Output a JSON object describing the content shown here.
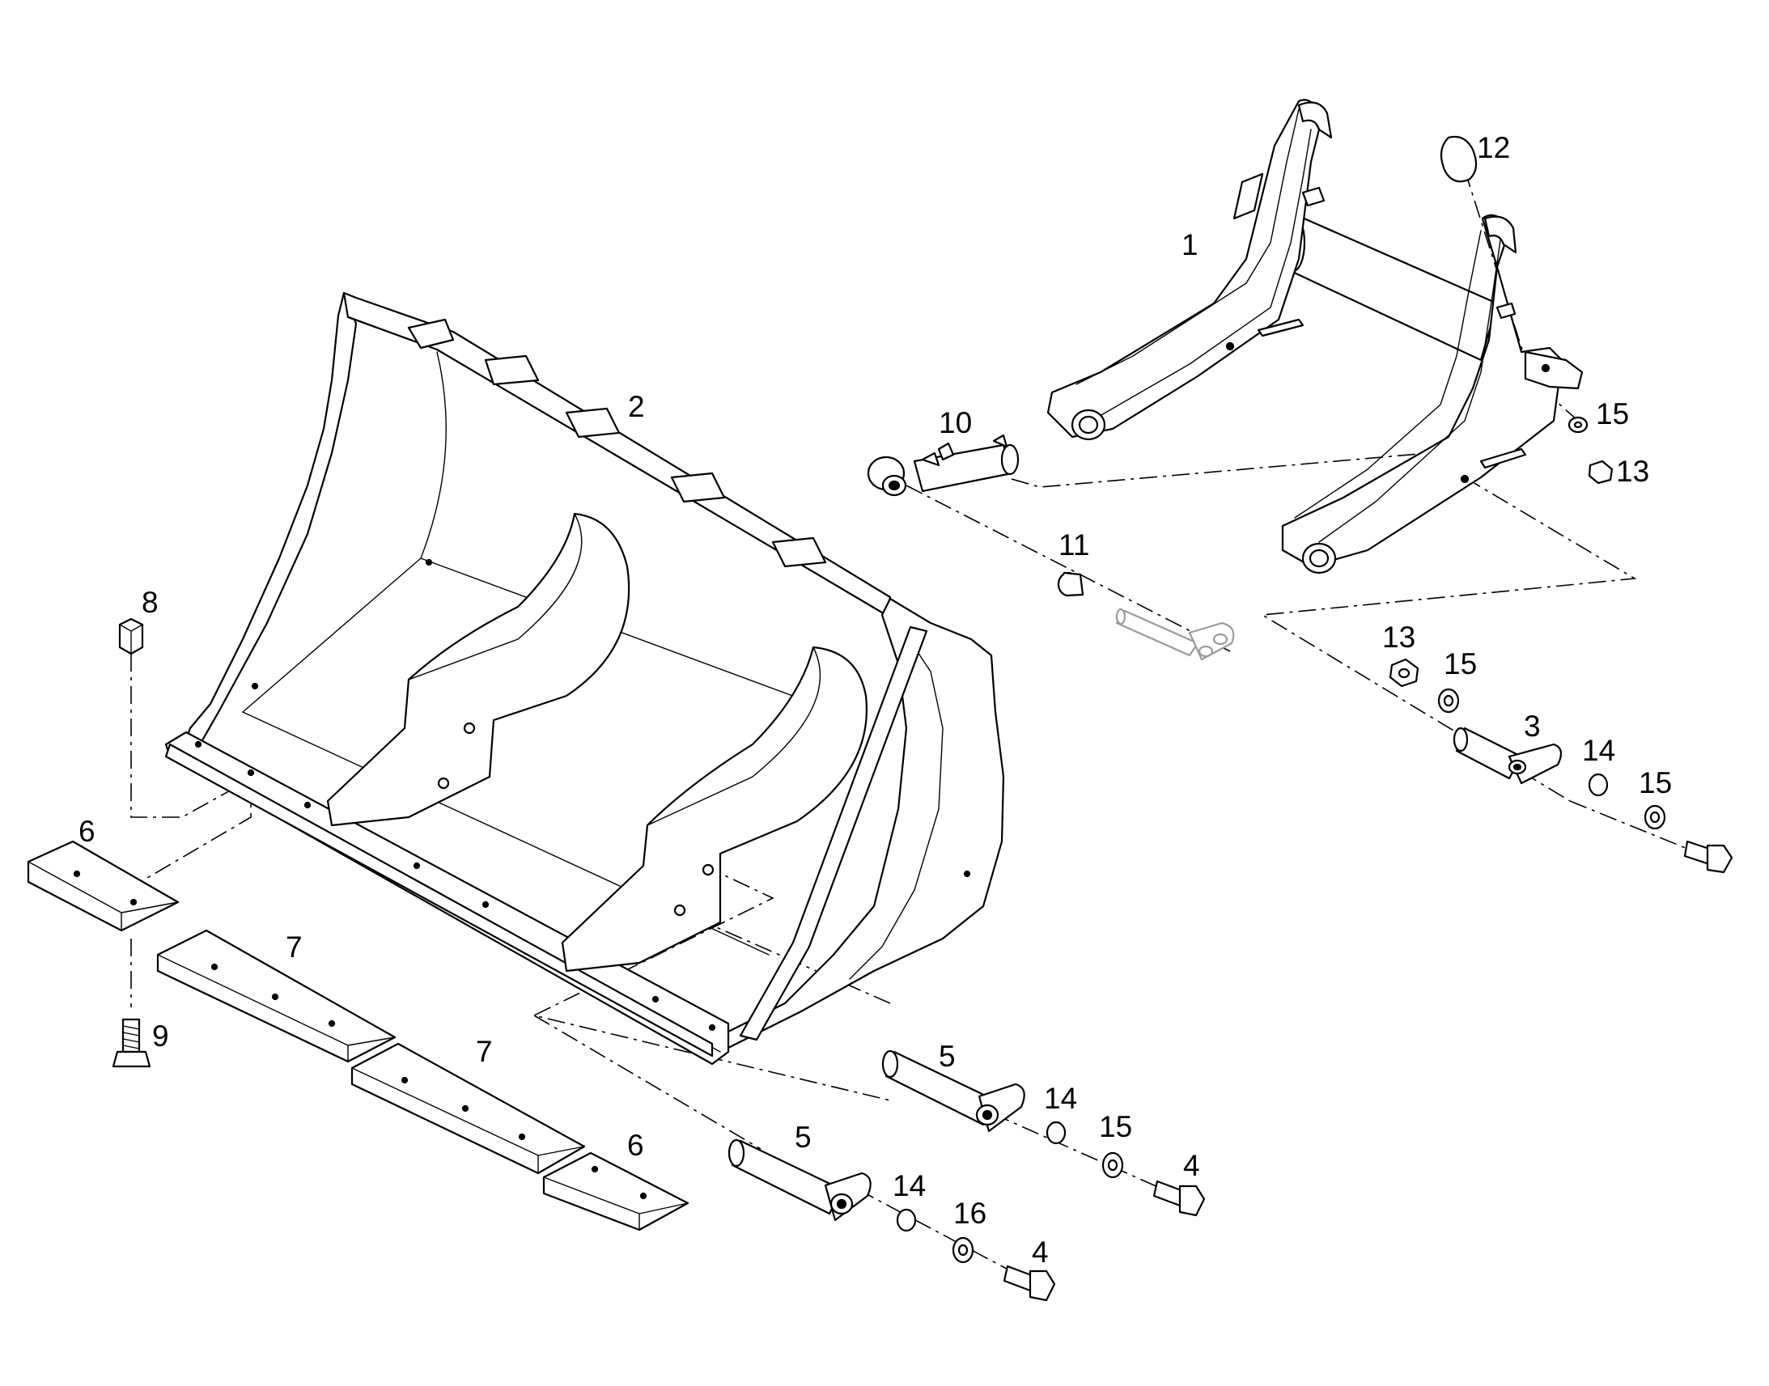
{
  "diagram": {
    "callouts": [
      {
        "id": "c1",
        "text": "1"
      },
      {
        "id": "c2",
        "text": "2"
      },
      {
        "id": "c3",
        "text": "3"
      },
      {
        "id": "c4a",
        "text": "4"
      },
      {
        "id": "c4b",
        "text": "4"
      },
      {
        "id": "c5a",
        "text": "5"
      },
      {
        "id": "c5b",
        "text": "5"
      },
      {
        "id": "c6a",
        "text": "6"
      },
      {
        "id": "c6b",
        "text": "6"
      },
      {
        "id": "c7a",
        "text": "7"
      },
      {
        "id": "c7b",
        "text": "7"
      },
      {
        "id": "c8",
        "text": "8"
      },
      {
        "id": "c9",
        "text": "9"
      },
      {
        "id": "c10",
        "text": "10"
      },
      {
        "id": "c11",
        "text": "11"
      },
      {
        "id": "c12",
        "text": "12"
      },
      {
        "id": "c13a",
        "text": "13"
      },
      {
        "id": "c13b",
        "text": "13"
      },
      {
        "id": "c14a",
        "text": "14"
      },
      {
        "id": "c14b",
        "text": "14"
      },
      {
        "id": "c14c",
        "text": "14"
      },
      {
        "id": "c15a",
        "text": "15"
      },
      {
        "id": "c15b",
        "text": "15"
      },
      {
        "id": "c15c",
        "text": "15"
      },
      {
        "id": "c15d",
        "text": "15"
      },
      {
        "id": "c16",
        "text": "16"
      }
    ]
  }
}
